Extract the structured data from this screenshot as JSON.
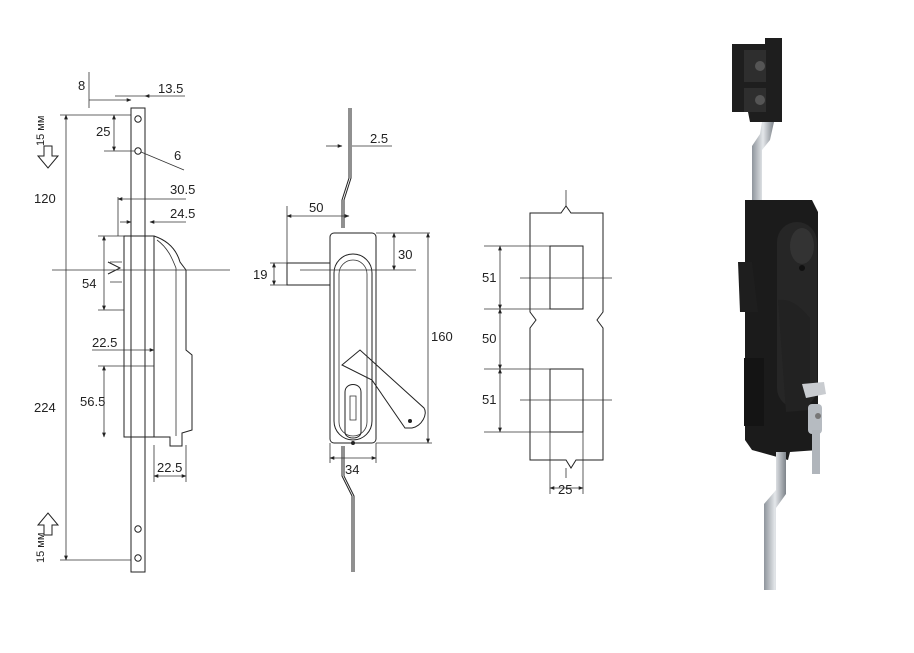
{
  "side_view": {
    "dims": {
      "d8": "8",
      "d13_5": "13.5",
      "d25": "25",
      "d6": "6",
      "d120": "120",
      "d30_5": "30.5",
      "d24_5": "24.5",
      "d54": "54",
      "d22_5a": "22.5",
      "d224": "224",
      "d56_5": "56.5",
      "d22_5b": "22.5"
    },
    "stroke_top": "15 мм",
    "stroke_bottom": "15 мм"
  },
  "front_view": {
    "dims": {
      "d2_5": "2.5",
      "d50": "50",
      "d30": "30",
      "d19": "19",
      "d160": "160",
      "d34": "34"
    }
  },
  "cutout_view": {
    "dims": {
      "d51a": "51",
      "d50": "50",
      "d51b": "51",
      "d25": "25"
    }
  },
  "photo": {
    "subject": "black swing-handle lock with keys and galvanized rods"
  },
  "colors": {
    "lock_body": "#1b1b1b",
    "rod_steel": "#b9bec4",
    "line": "#222222"
  }
}
